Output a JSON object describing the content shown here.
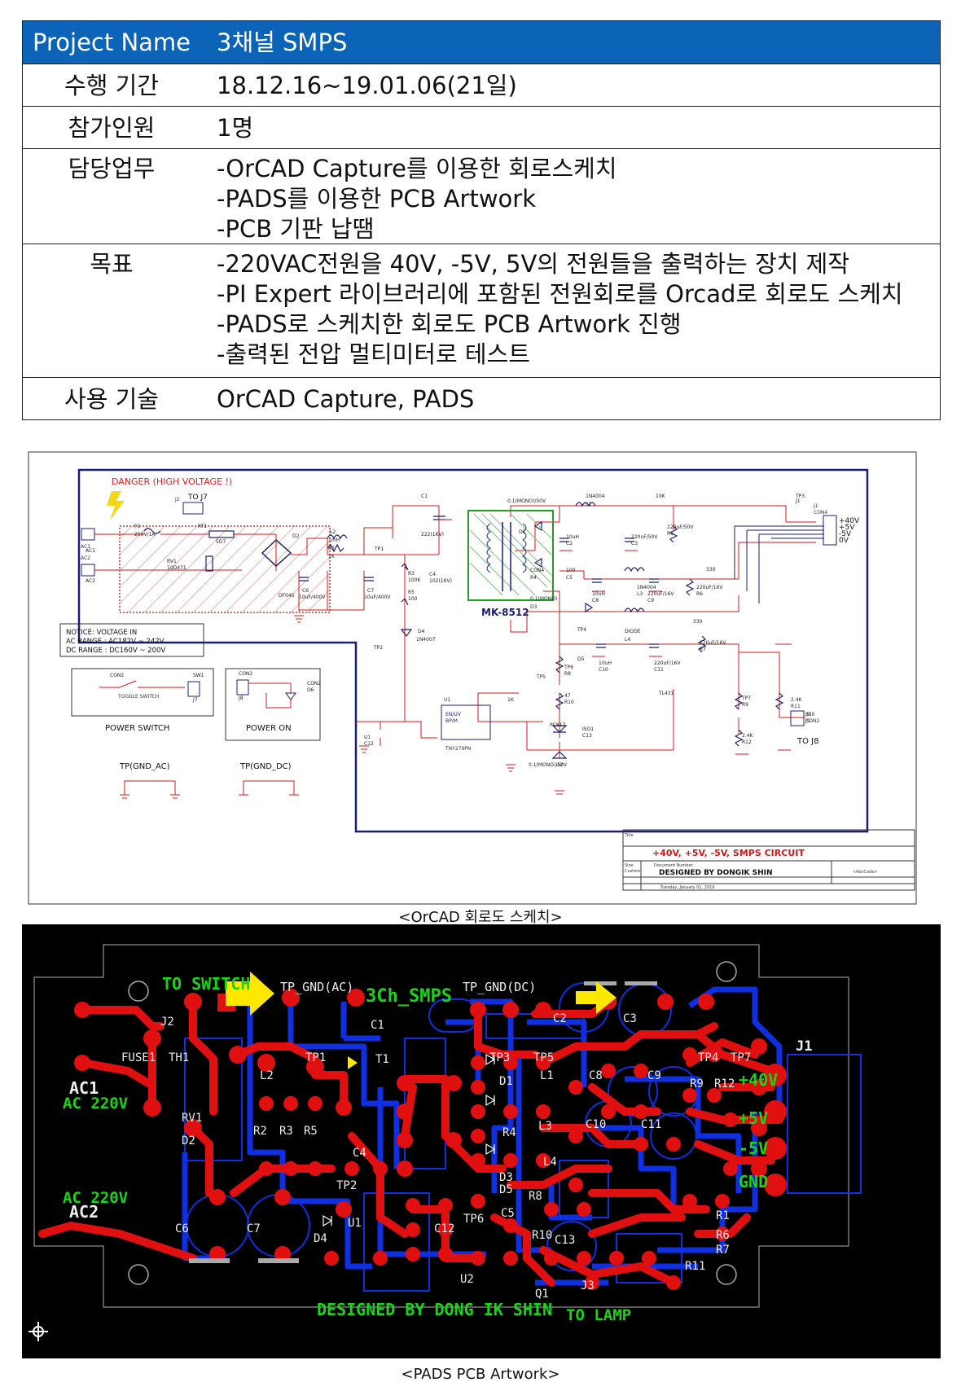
{
  "table": {
    "header": {
      "key": "Project Name",
      "value": "3채널 SMPS"
    },
    "rows": [
      {
        "key": "수행 기간",
        "lines": [
          "18.12.16~19.01.06(21일)"
        ]
      },
      {
        "key": "참가인원",
        "lines": [
          "1명"
        ]
      },
      {
        "key": "담당업무",
        "lines": [
          "-OrCAD Capture를 이용한 회로스케치",
          "-PADS를 이용한 PCB Artwork",
          "-PCB 기판 납땜"
        ]
      },
      {
        "key": "목표",
        "lines": [
          "-220VAC전원을 40V, -5V, 5V의 전원들을 출력하는 장치 제작",
          "-PI Expert 라이브러리에 포함된 전원회로를 Orcad로 회로도 스케치",
          "-PADS로 스케치한 회로도 PCB Artwork 진행",
          "-출력된 전압 멀티미터로 테스트"
        ]
      },
      {
        "key": "사용 기술",
        "lines": [
          "OrCAD Capture, PADS"
        ]
      }
    ]
  },
  "schematic": {
    "caption": "<OrCAD 회로도 스케치>",
    "danger": "DANGER (HIGH VOLTAGE !)",
    "j2": "TO J7",
    "notice": [
      "NOTICE: VOLTAGE IN",
      "AC RANGE : AC182V ~ 242V",
      "DC RANGE : DC160V ~ 200V"
    ],
    "transformer": "MK-8512",
    "ic": "TNY279PN",
    "outputs": [
      "+40V",
      "+5V",
      "-5V",
      "0V"
    ],
    "power_switch": "POWER SWITCH",
    "toggle_switch": "TOGGLE SWITCH",
    "power_on": "POWER ON",
    "tp_gnd_ac": "TP(GND_AC)",
    "tp_gnd_dc": "TP(GND_DC)",
    "to_j8": "TO J8",
    "title_block": {
      "title": "+40V, +5V, -5V, SMPS CIRCUIT",
      "doc_label": "Document Number",
      "designer": "DESIGNED BY DONGIK SHIN",
      "size": "Custom",
      "date": "Tuesday, January 01, 2019",
      "rev": "<RevCode>"
    },
    "parts": [
      "AC1",
      "AC2",
      "F1",
      "250V/1A",
      "RT1",
      "5D7",
      "RV1",
      "10D471",
      "D2",
      "DF04S",
      "L2",
      "1mH",
      "R2",
      "1K",
      "C6",
      "10uF/400V",
      "C7",
      "10uF/400V",
      "TP1",
      "C1",
      "222(1KV)",
      "R3",
      "100K",
      "C4",
      "102(1KV)",
      "R5",
      "100",
      "D4",
      "1N4007",
      "TP2",
      "U1",
      "C12",
      "0.1(MONO)/50V",
      "D1",
      "1N4004",
      "L1",
      "10uH",
      "C2",
      "220uF/50V",
      "C3",
      "220uF/50V",
      "R1",
      "10K",
      "TP3",
      "J1",
      "CON4",
      "R4",
      "100",
      "C5",
      "0.1(MONO)",
      "D3",
      "1N4004",
      "L3",
      "10uH",
      "C8",
      "220uF/16V",
      "C9",
      "220uF/16V",
      "R6",
      "330",
      "TP4",
      "D5",
      "DIODE",
      "L4",
      "10uH",
      "C10",
      "220uF/16V",
      "C11",
      "220uF/16V",
      "R7",
      "330",
      "TP5",
      "TP6",
      "R8",
      "47",
      "R10",
      "1K",
      "PC817",
      "ISO1",
      "C13",
      "0.1(MONO)/50V",
      "U2",
      "TL431",
      "TP7",
      "R9",
      "2.4K",
      "R12",
      "2.4K",
      "R11",
      "330",
      "J9",
      "CON2",
      "SW1",
      "J7",
      "CON2",
      "J8",
      "CON2",
      "D6",
      "LED"
    ]
  },
  "pcb": {
    "caption": "<PADS PCB Artwork>",
    "labels": {
      "to_switch": "TO SWITCH",
      "title": "3Ch_SMPS",
      "tp_gnd_ac": "TP_GND(AC)",
      "tp_gnd_dc": "TP_GND(DC)",
      "ac1": "AC1",
      "ac220_top": "AC 220V",
      "ac220_bottom": "AC 220V",
      "ac2": "AC2",
      "designed": "DESIGNED BY  DONG IK SHIN",
      "to_lamp": "TO LAMP",
      "plus40": "+40V",
      "plus5": "+5V",
      "minus5": "-5V",
      "gnd": "GND",
      "j1": "J1"
    },
    "refs": [
      "J2",
      "FUSE1",
      "TH1",
      "RV1",
      "D2",
      "C6",
      "C7",
      "L2",
      "TP1",
      "R2",
      "R3",
      "R5",
      "C1",
      "T1",
      "C4",
      "TP2",
      "U1",
      "D4",
      "C12",
      "U2",
      "TP3",
      "TP5",
      "D1",
      "R4",
      "D3",
      "D5",
      "L1",
      "L3",
      "L4",
      "C2",
      "C3",
      "C8",
      "C9",
      "C10",
      "C11",
      "TP4",
      "TP7",
      "R9",
      "R12",
      "R8",
      "C5",
      "R10",
      "C13",
      "TP6",
      "Q1",
      "J3",
      "R1",
      "R6",
      "R7",
      "R11"
    ]
  }
}
